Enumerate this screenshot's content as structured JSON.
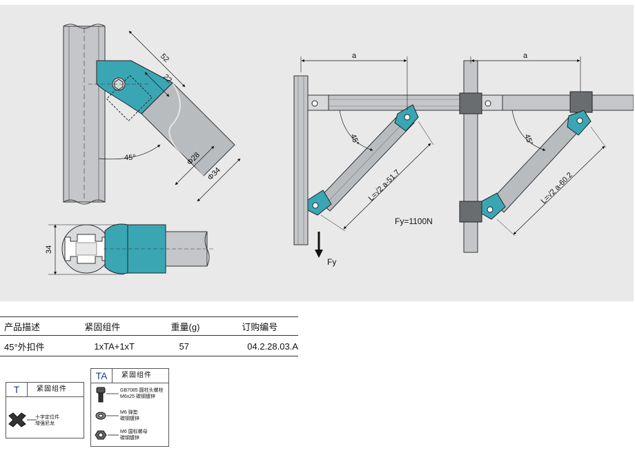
{
  "drawing": {
    "dims": {
      "d52": "52",
      "d22": "22",
      "d28": "Φ28",
      "d34": "Φ34",
      "angle": "45°",
      "h34": "34",
      "a": "a",
      "len1": "L=√2 a-51.7",
      "len2": "L=√2 a-60.2",
      "force": "Fy=1100N",
      "fy": "Fy"
    }
  },
  "table": {
    "headers": [
      "产品描述",
      "紧固组件",
      "重量(g)",
      "订购编号"
    ],
    "row": [
      "45°外扣件",
      "1xTA+1xT",
      "57",
      "04.2.28.03.A"
    ]
  },
  "box_t": {
    "code": "T",
    "title": "紧固组件",
    "item_line1": "十字定位件",
    "item_line2": "增强尼龙"
  },
  "box_ta": {
    "code": "TA",
    "title": "紧固组件",
    "items": [
      {
        "line1": "GB7085 圆柱头螺栓",
        "line2": "M6x25 碳钢镀锌"
      },
      {
        "line1": "M6 弹垫",
        "line2": "碳钢镀锌"
      },
      {
        "line1": "M6 国标螺母",
        "line2": "碳钢镀锌"
      }
    ]
  },
  "colors": {
    "teal": "#3aa6b4",
    "profile": "#b9bcbf",
    "panel": "#e9e9ea"
  }
}
